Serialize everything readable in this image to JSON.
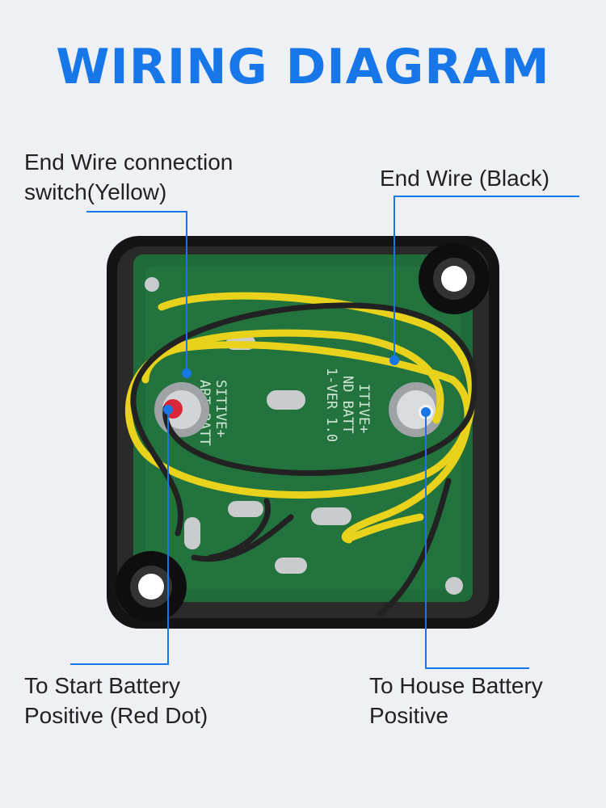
{
  "title": "WIRING DIAGRAM",
  "labels": {
    "yellow_wire": {
      "line1": "End Wire connection",
      "line2": "switch(Yellow)"
    },
    "black_wire": {
      "line1": "End Wire (Black)"
    },
    "start_battery": {
      "line1": "To Start Battery",
      "line2": "Positive (Red Dot)"
    },
    "house_battery": {
      "line1": "To House Battery",
      "line2": "Positive"
    }
  },
  "board_text": {
    "left_terminal": [
      "SITIVE+",
      "ART BATT"
    ],
    "right_terminal": [
      "1-VER 1.0",
      "ND BATT",
      "ITIVE+"
    ]
  },
  "colors": {
    "accent": "#1877e8",
    "pcb": "#1f6b3a",
    "housing": "#1c1c1c",
    "yellow_wire": "#e8d21c",
    "black_wire": "#2a2a2a",
    "red_dot": "#d8283a"
  }
}
